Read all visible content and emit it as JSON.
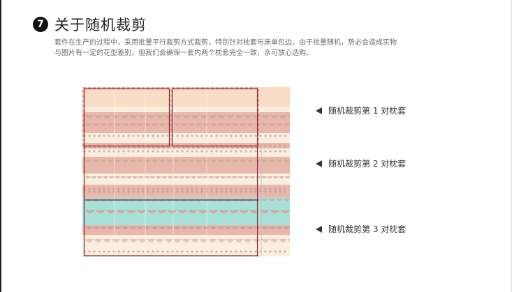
{
  "section": {
    "number": "7",
    "title": "关于随机裁剪"
  },
  "description": {
    "line1": "套件在生产的过程中，采用批量平行裁剪方式裁剪，特别针对枕套与床单包边，由于批量随机，势必会造成实物",
    "line2": "与图片有一定的花型差别，但我们会确保一套内两个枕套完全一致，亲可放心选购。"
  },
  "labels": [
    {
      "text": "随机裁剪第 1 对枕套"
    },
    {
      "text": "随机裁剪第 2 对枕套"
    },
    {
      "text": "随机裁剪第 3 对枕套"
    }
  ],
  "colors": {
    "peach": "#f8dcc6",
    "cream": "#fbeede",
    "pink": "#e9b8ac",
    "aqua": "#a9e1d8",
    "pattern": "#c9a89a",
    "cut_frame": "#7a2b36",
    "dashed": "#e05a6a"
  }
}
